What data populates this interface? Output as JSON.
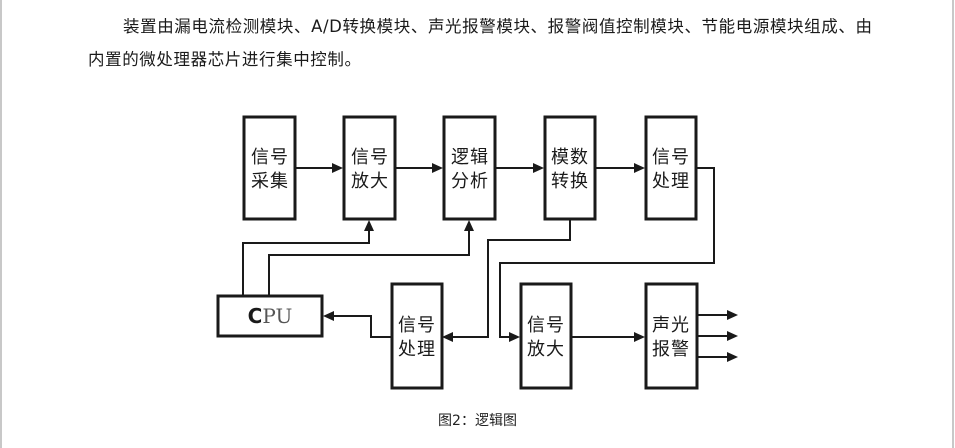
{
  "document": {
    "paragraph": "装置由漏电流检测模块、A/D转换模块、声光报警模块、报警阀值控制模块、节能电源模块组成、由内置的微处理器芯片进行集中控制。",
    "caption": "图2：逻辑图"
  },
  "diagram": {
    "blocks": {
      "signal_acquisition": {
        "line1": "信号",
        "line2": "采集"
      },
      "signal_amplify_top": {
        "line1": "信号",
        "line2": "放大"
      },
      "logic_analysis": {
        "line1": "逻辑",
        "line2": "分析"
      },
      "ad_conversion": {
        "line1": "模数",
        "line2": "转换"
      },
      "signal_processing_top": {
        "line1": "信号",
        "line2": "处理"
      },
      "cpu": {
        "bold_part": "C",
        "rest": "PU"
      },
      "signal_processing_bottom": {
        "line1": "信号",
        "line2": "处理"
      },
      "signal_amplify_bottom": {
        "line1": "信号",
        "line2": "放大"
      },
      "sound_light_alarm": {
        "line1": "声光",
        "line2": "报警"
      }
    }
  }
}
